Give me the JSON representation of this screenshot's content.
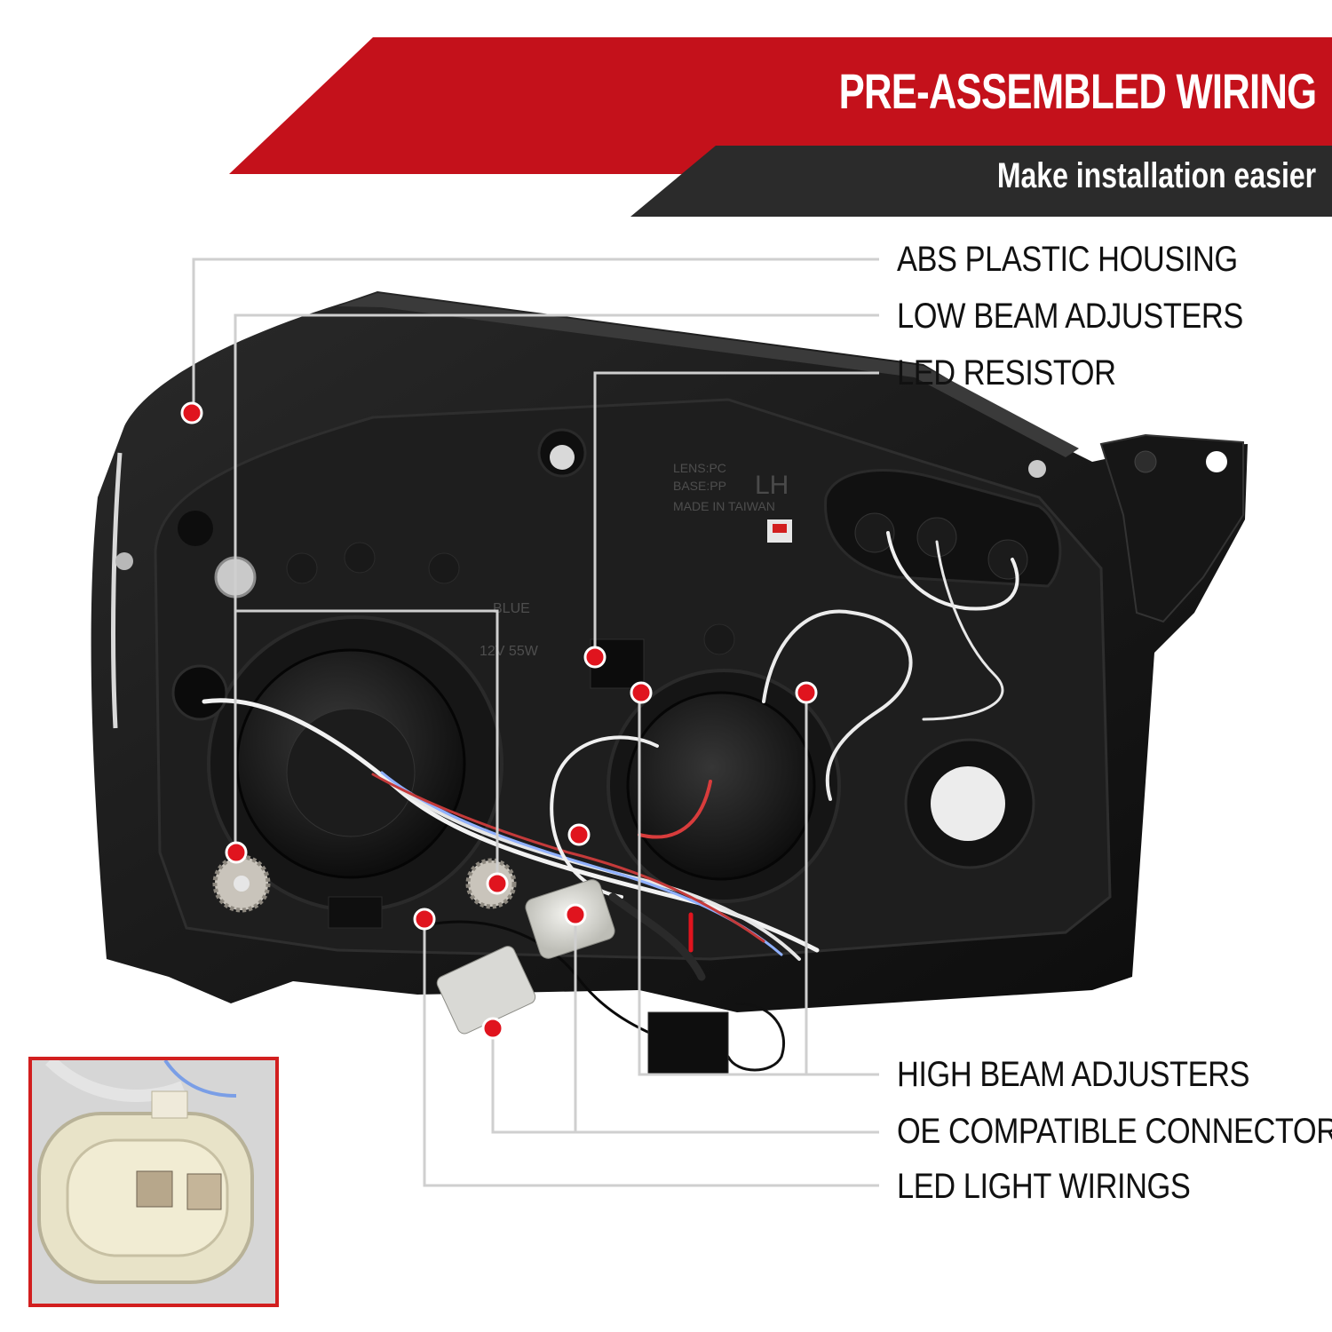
{
  "banner": {
    "title": "PRE-ASSEMBLED WIRING",
    "subtitle": "Make installation easier"
  },
  "callouts": {
    "abs_plastic_housing": "ABS PLASTIC HOUSING",
    "low_beam_adjusters": "LOW BEAM ADJUSTERS",
    "led_resistor": "LED RESISTOR",
    "high_beam_adjusters": "HIGH BEAM ADJUSTERS",
    "oe_compatible_connectors": "OE COMPATIBLE CONNECTORS",
    "led_light_wirings": "LED LIGHT WIRINGS"
  },
  "housing_markings": {
    "side": "LH",
    "lens": "LENS:PC",
    "base": "BASE:PP",
    "origin": "MADE IN TAIWAN",
    "bulb": "BLUE",
    "wattage": "12V 55W"
  },
  "colors": {
    "banner_red": "#c4111b",
    "banner_dark": "#2a2a2a",
    "marker_red": "#e0141e",
    "leader_line": "#cfcfcf",
    "inset_border": "#d21f1f"
  }
}
